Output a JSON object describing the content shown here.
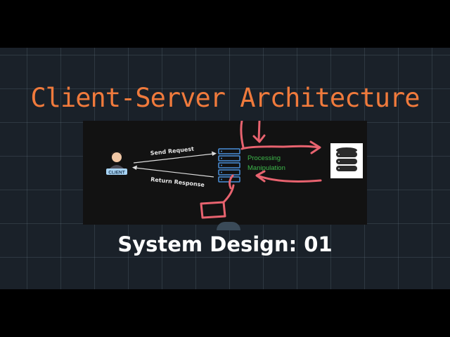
{
  "title": "Client-Server Architecture",
  "subtitle": "System Design: 01",
  "diagram": {
    "client_label": "CLIENT",
    "send_request": "Send Request",
    "return_response": "Return Response",
    "processing": "Processing",
    "manipulation": "Manipulation"
  },
  "colors": {
    "title": "#f07a3c",
    "annotation": "#e8636f",
    "server": "#4a90d9",
    "processing_text": "#3db84a"
  },
  "icons": [
    "client-person-icon",
    "server-rack-icon",
    "database-icon"
  ]
}
